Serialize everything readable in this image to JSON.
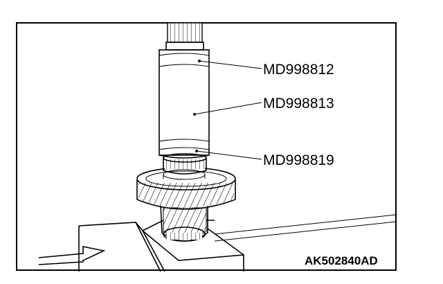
{
  "callouts": [
    {
      "label": "MD998812"
    },
    {
      "label": "MD998813"
    },
    {
      "label": "MD998819"
    }
  ],
  "figure_code": "AK502840AD"
}
